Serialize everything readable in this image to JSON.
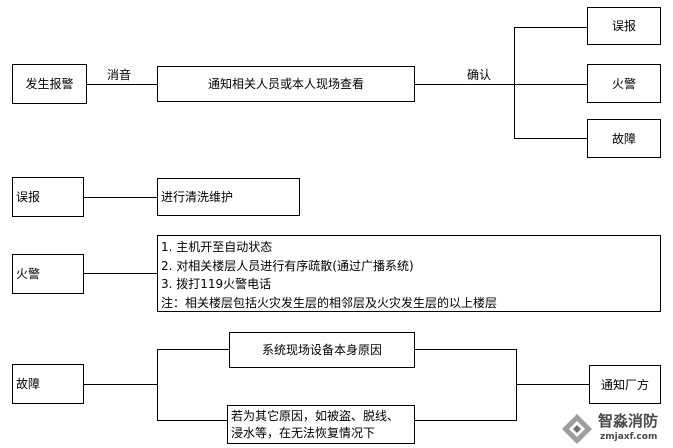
{
  "flow_top": {
    "start": "发生报警",
    "edge_label_1": "消音",
    "middle": "通知相关人员或本人现场查看",
    "edge_label_2": "确认",
    "outcomes": [
      "误报",
      "火警",
      "故障"
    ]
  },
  "false_alarm": {
    "label": "误报",
    "action": "进行清洗维护"
  },
  "fire_alarm": {
    "label": "火警",
    "steps": [
      "1. 主机开至自动状态",
      "2. 对相关楼层人员进行有序疏散(通过广播系统)",
      "3. 拨打119火警电话",
      "注：相关楼层包括火灾发生层的相邻层及火灾发生层的以上楼层"
    ]
  },
  "fault": {
    "label": "故障",
    "cause_1": "系统现场设备本身原因",
    "cause_2_lines": [
      "若为其它原因，如被盗、脱线、",
      "浸水等，在无法恢复情况下"
    ],
    "notify": "通知厂方"
  },
  "watermark": {
    "title": "智淼消防",
    "url": "zmjaxf.com"
  }
}
